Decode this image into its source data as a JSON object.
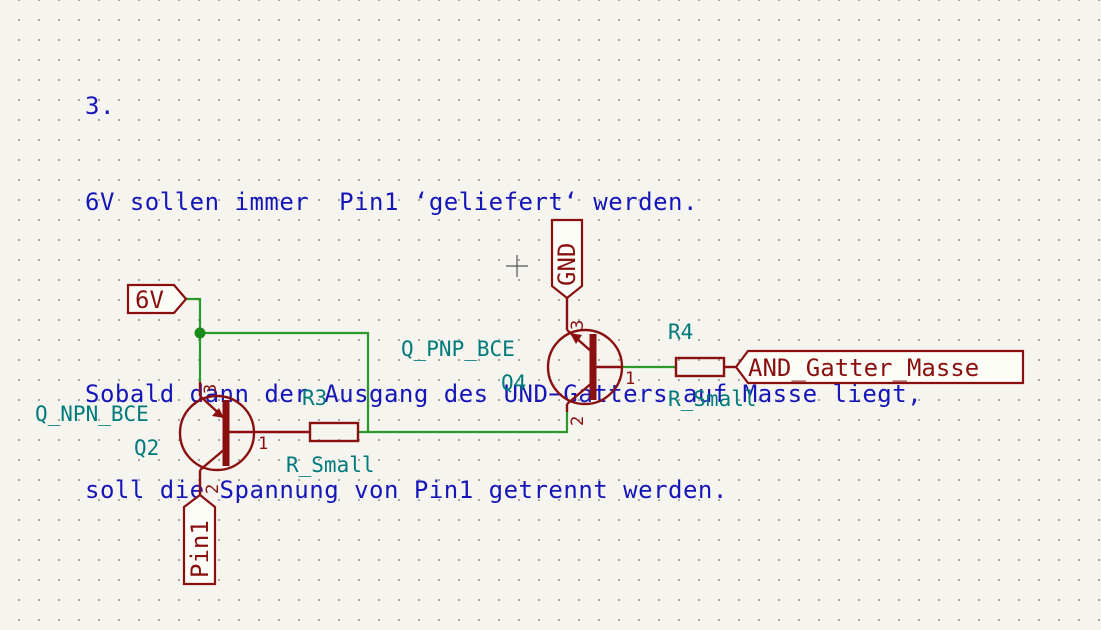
{
  "note": {
    "lines": [
      "3.",
      "6V sollen immer  Pin1 ‘geliefert‘ werden.",
      "",
      "Sobald dann der Ausgang des UND−Gatters auf Masse liegt,",
      "soll die Spannung von Pin1 getrennt werden."
    ]
  },
  "ports": {
    "vcc": "6V",
    "gnd": "GND",
    "pin1": "Pin1",
    "and_mass": "AND_Gatter_Masse"
  },
  "components": {
    "q2": {
      "type": "Q_NPN_BCE",
      "ref": "Q2",
      "pins": {
        "base": "1",
        "emitter": "2",
        "collector": "3"
      }
    },
    "q4": {
      "type": "Q_PNP_BCE",
      "ref": "Q4",
      "pins": {
        "base": "1",
        "collector": "2",
        "emitter": "3"
      }
    },
    "r3": {
      "ref": "R3",
      "value": "R_Small"
    },
    "r4": {
      "ref": "R4",
      "value": "R_Small"
    }
  },
  "colors": {
    "note_text": "#1616b8",
    "component": "#8a1010",
    "label": "#007a7a",
    "wire": "#2a9a2a",
    "junction": "#1a8a1a",
    "background": "#f5f4ef"
  }
}
